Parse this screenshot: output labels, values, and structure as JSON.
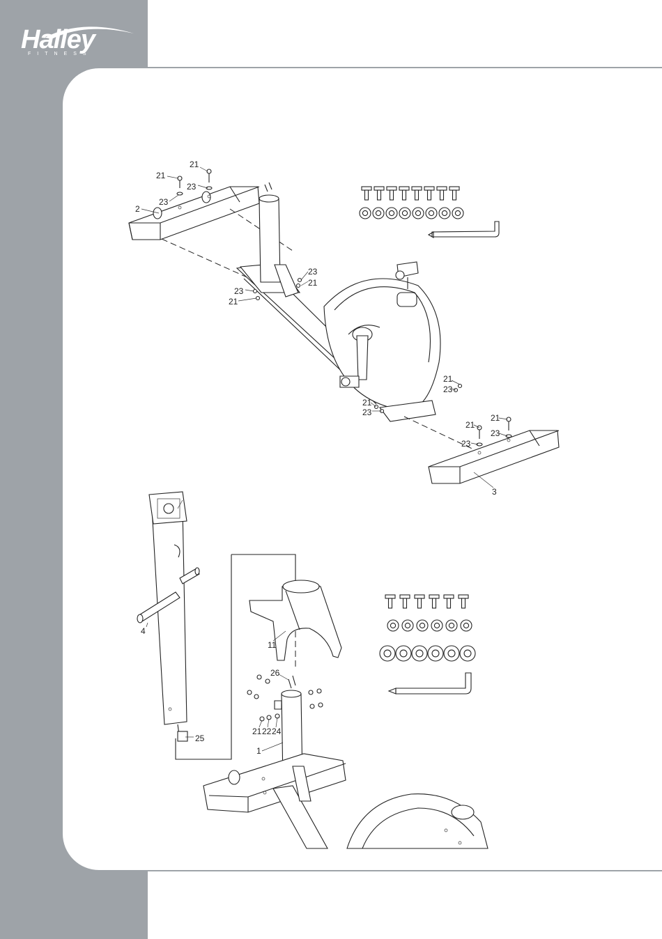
{
  "brand": {
    "name": "Halley",
    "subtitle": "FITNESS",
    "color": "#ffffff",
    "band_color": "#9ea3a8"
  },
  "figure_top": {
    "callouts": [
      "21",
      "21",
      "23",
      "23",
      "2",
      "23",
      "21",
      "23",
      "21",
      "21",
      "23",
      "21",
      "23",
      "21",
      "21",
      "23",
      "23",
      "3"
    ],
    "hardware": {
      "bolt_count": 8,
      "washer_count": 8,
      "tool": "allen-key"
    }
  },
  "figure_bottom": {
    "callouts": [
      "4",
      "11",
      "26",
      "21",
      "22",
      "24",
      "25",
      "1"
    ],
    "hardware": {
      "bolt_count": 6,
      "small_washer_count": 6,
      "large_washer_count": 6,
      "tool": "allen-key"
    }
  }
}
